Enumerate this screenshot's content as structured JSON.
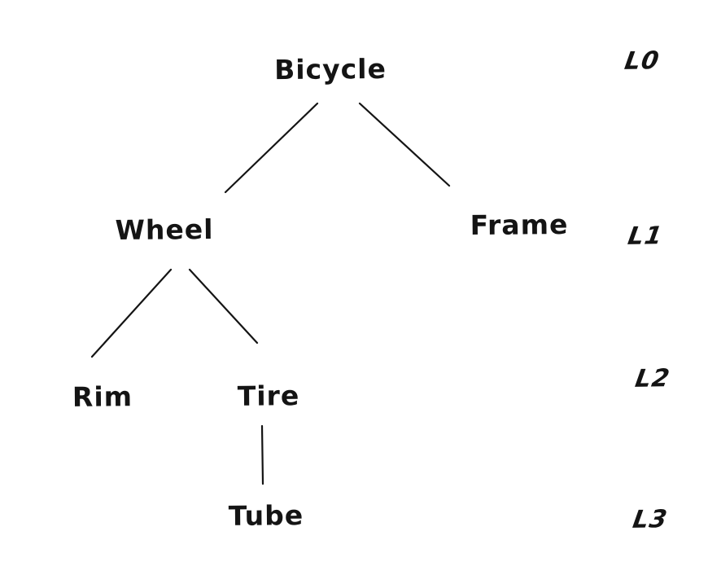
{
  "diagram": {
    "type": "tree",
    "ink_color": "#141414",
    "background_color": "#ffffff",
    "nodes": [
      {
        "id": "bicycle",
        "label": "Bicycle",
        "level": 0
      },
      {
        "id": "wheel",
        "label": "Wheel",
        "level": 1
      },
      {
        "id": "frame",
        "label": "Frame",
        "level": 1
      },
      {
        "id": "rim",
        "label": "Rim",
        "level": 2
      },
      {
        "id": "tire",
        "label": "Tire",
        "level": 2
      },
      {
        "id": "tube",
        "label": "Tube",
        "level": 3
      }
    ],
    "edges": [
      {
        "from": "Bicycle",
        "to": "Wheel"
      },
      {
        "from": "Bicycle",
        "to": "Frame"
      },
      {
        "from": "Wheel",
        "to": "Rim"
      },
      {
        "from": "Wheel",
        "to": "Tire"
      },
      {
        "from": "Tire",
        "to": "Tube"
      }
    ],
    "level_labels": [
      {
        "id": "l0",
        "label": "L0"
      },
      {
        "id": "l1",
        "label": "L1"
      },
      {
        "id": "l2",
        "label": "L2"
      },
      {
        "id": "l3",
        "label": "L3"
      }
    ]
  }
}
